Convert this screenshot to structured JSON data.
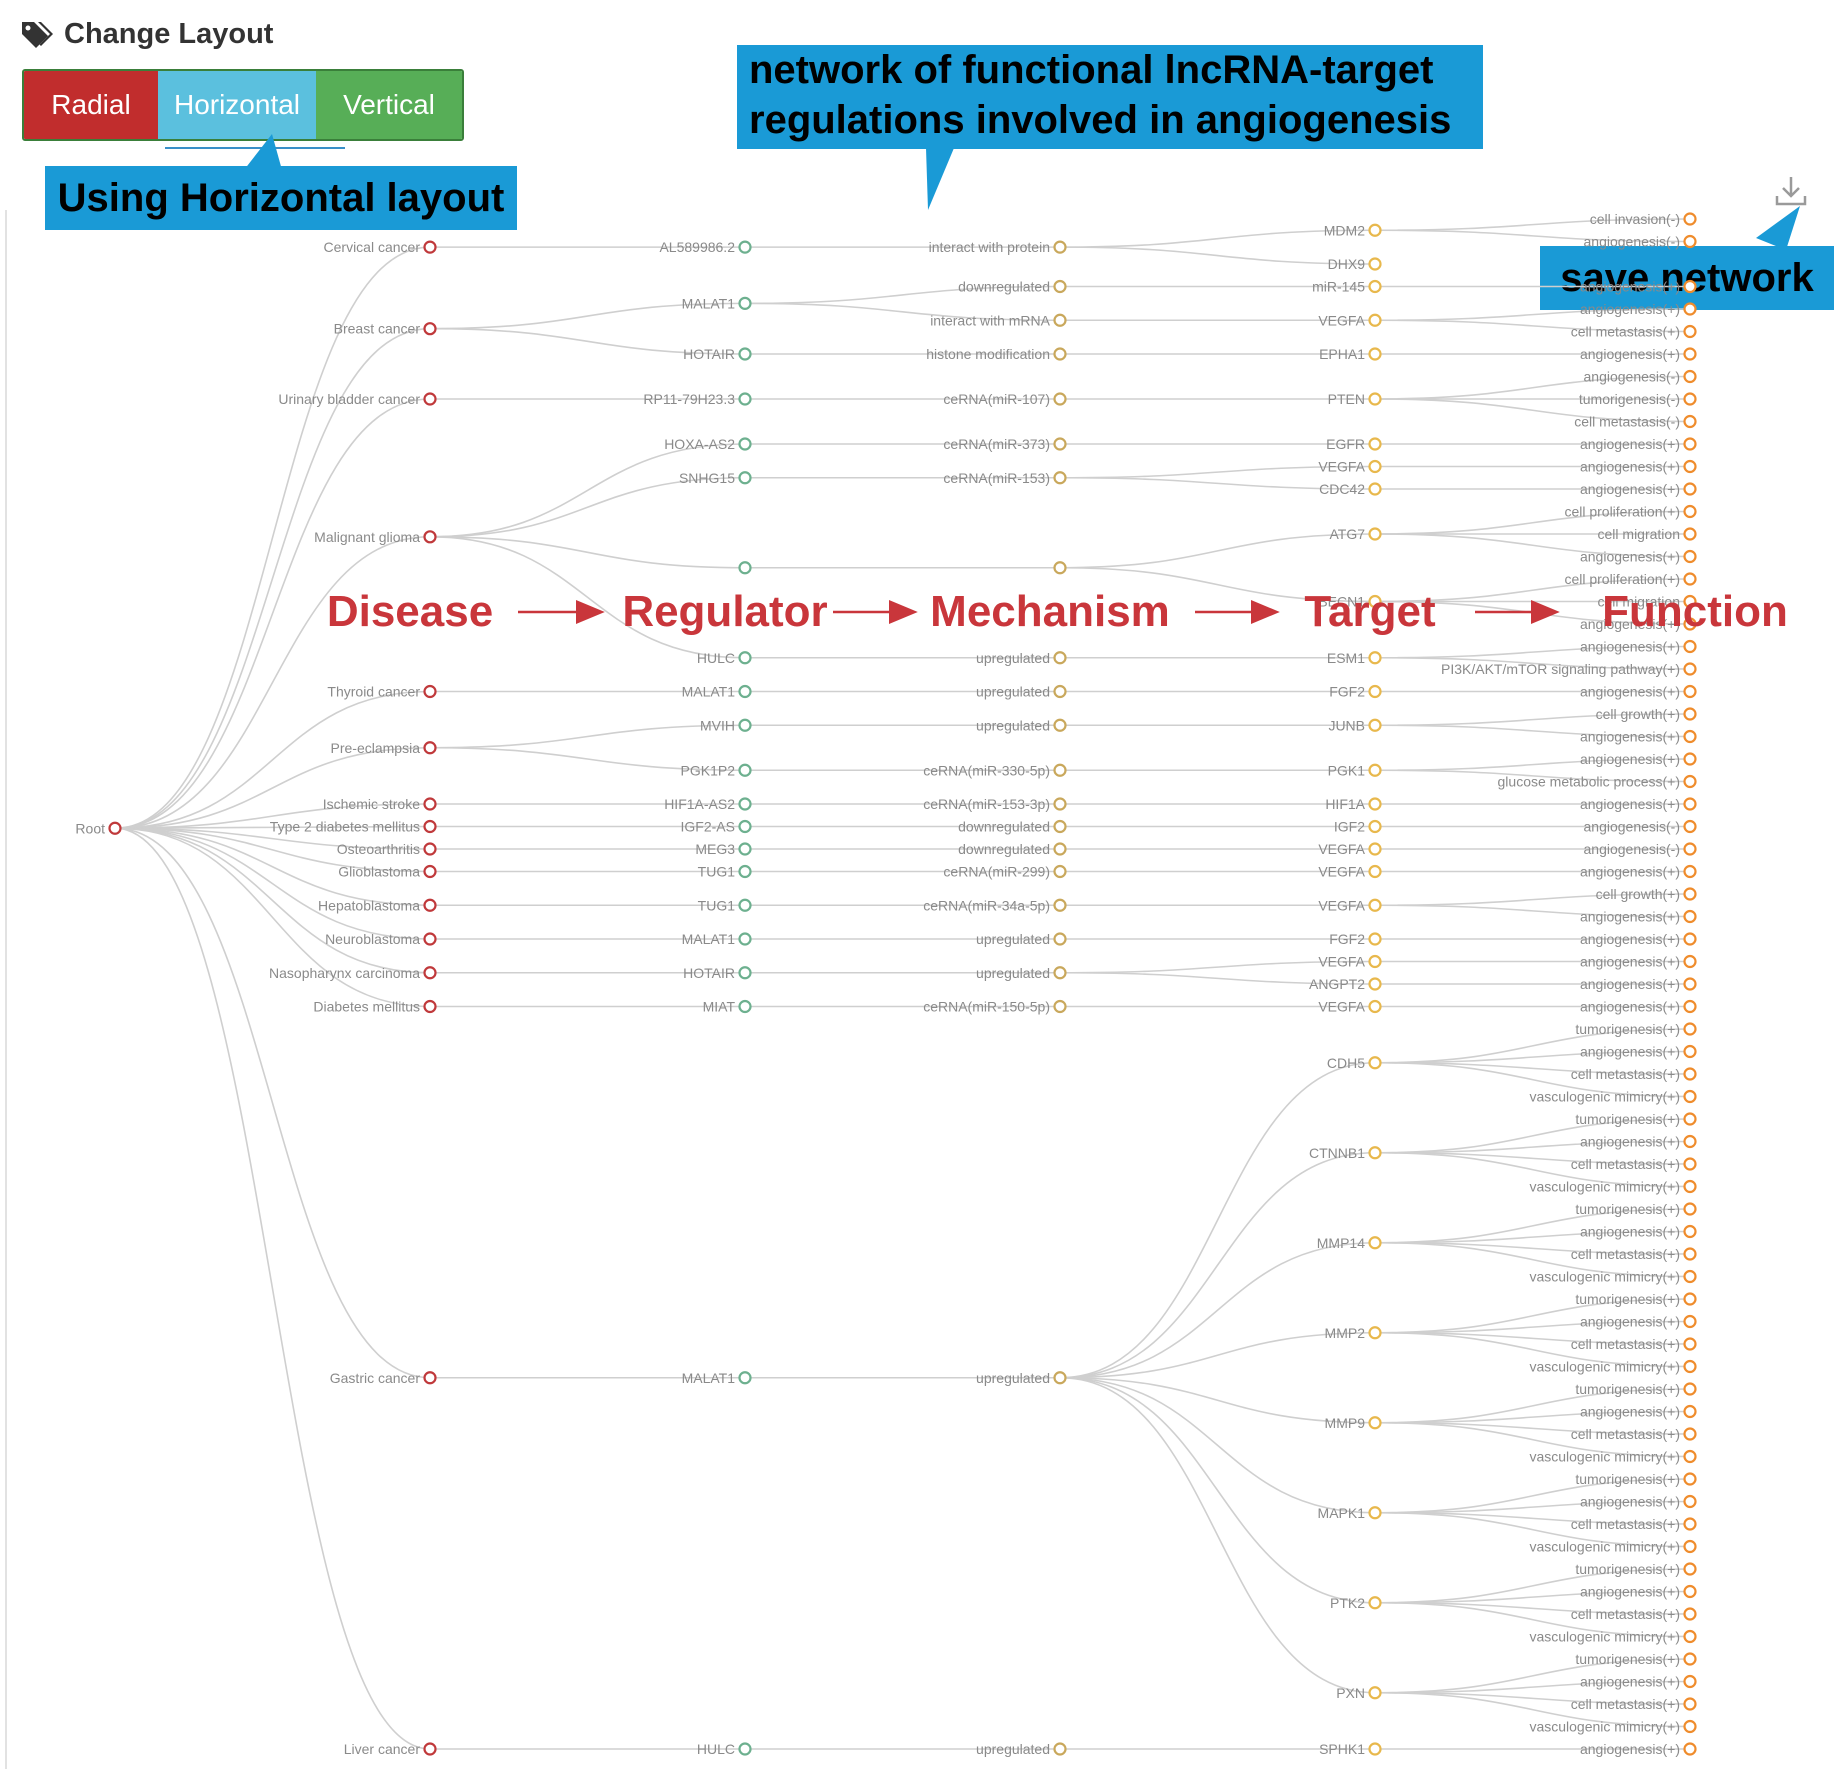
{
  "header": {
    "title": "Change Layout",
    "icon": "tags-icon"
  },
  "layout_buttons": [
    {
      "label": "Radial",
      "color": "#c12d2d"
    },
    {
      "label": "Horizontal",
      "color": "#5bc0de"
    },
    {
      "label": "Vertical",
      "color": "#57ae57"
    }
  ],
  "callouts": {
    "layout_note": "Using Horizontal layout",
    "network_title_line1": "network of functional lncRNA-target",
    "network_title_line2": "regulations involved in angiogenesis",
    "save_note": "save network",
    "color": "#1a9ad6"
  },
  "stages": [
    "Disease",
    "Regulator",
    "Mechanism",
    "Target",
    "Function"
  ],
  "tree": {
    "root": "Root",
    "colors": {
      "disease": "#c0393b",
      "regulator": "#6db08f",
      "mechanism": "#c9a85c",
      "target": "#e8b84c",
      "function": "#ef8c2c"
    },
    "diseases": [
      {
        "name": "Cervical cancer",
        "regulators": [
          {
            "name": "AL589986.2",
            "mechanisms": [
              {
                "name": "interact with protein",
                "targets": [
                  {
                    "name": "MDM2",
                    "functions": [
                      "cell invasion(-)",
                      "angiogenesis(-)"
                    ]
                  },
                  {
                    "name": "DHX9",
                    "functions": []
                  }
                ]
              }
            ]
          }
        ]
      },
      {
        "name": "Breast cancer",
        "regulators": [
          {
            "name": "MALAT1",
            "mechanisms": [
              {
                "name": "downregulated",
                "targets": [
                  {
                    "name": "miR-145",
                    "functions": [
                      "angiogenesis(+)"
                    ]
                  }
                ]
              },
              {
                "name": "interact with mRNA",
                "targets": [
                  {
                    "name": "VEGFA",
                    "functions": [
                      "angiogenesis(+)",
                      "cell metastasis(+)"
                    ]
                  }
                ]
              }
            ]
          },
          {
            "name": "HOTAIR",
            "mechanisms": [
              {
                "name": "histone modification",
                "targets": [
                  {
                    "name": "EPHA1",
                    "functions": [
                      "angiogenesis(+)"
                    ]
                  }
                ]
              }
            ]
          }
        ]
      },
      {
        "name": "Urinary bladder cancer",
        "regulators": [
          {
            "name": "RP11-79H23.3",
            "mechanisms": [
              {
                "name": "ceRNA(miR-107)",
                "targets": [
                  {
                    "name": "PTEN",
                    "functions": [
                      "angiogenesis(-)",
                      "tumorigenesis(-)",
                      "cell metastasis(-)"
                    ]
                  }
                ]
              }
            ]
          }
        ]
      },
      {
        "name": "Malignant glioma",
        "regulators": [
          {
            "name": "HOXA-AS2",
            "mechanisms": [
              {
                "name": "ceRNA(miR-373)",
                "targets": [
                  {
                    "name": "EGFR",
                    "functions": [
                      "angiogenesis(+)"
                    ]
                  }
                ]
              }
            ]
          },
          {
            "name": "SNHG15",
            "mechanisms": [
              {
                "name": "ceRNA(miR-153)",
                "targets": [
                  {
                    "name": "VEGFA",
                    "functions": [
                      "angiogenesis(+)"
                    ]
                  },
                  {
                    "name": "CDC42",
                    "functions": [
                      "angiogenesis(+)"
                    ]
                  }
                ]
              }
            ]
          },
          {
            "name": "",
            "mechanisms": [
              {
                "name": "",
                "targets": [
                  {
                    "name": "ATG7",
                    "functions": [
                      "cell proliferation(+)",
                      "cell migration",
                      "angiogenesis(+)"
                    ]
                  },
                  {
                    "name": "BECN1",
                    "functions": [
                      "cell proliferation(+)",
                      "cell migration",
                      "angiogenesis(+)"
                    ]
                  }
                ]
              }
            ]
          },
          {
            "name": "HULC",
            "mechanisms": [
              {
                "name": "upregulated",
                "targets": [
                  {
                    "name": "ESM1",
                    "functions": [
                      "angiogenesis(+)",
                      "PI3K/AKT/mTOR signaling pathway(+)"
                    ]
                  }
                ]
              }
            ]
          }
        ]
      },
      {
        "name": "Thyroid cancer",
        "regulators": [
          {
            "name": "MALAT1",
            "mechanisms": [
              {
                "name": "upregulated",
                "targets": [
                  {
                    "name": "FGF2",
                    "functions": [
                      "angiogenesis(+)"
                    ]
                  }
                ]
              }
            ]
          }
        ]
      },
      {
        "name": "Pre-eclampsia",
        "regulators": [
          {
            "name": "MVIH",
            "mechanisms": [
              {
                "name": "upregulated",
                "targets": [
                  {
                    "name": "JUNB",
                    "functions": [
                      "cell growth(+)",
                      "angiogenesis(+)"
                    ]
                  }
                ]
              }
            ]
          },
          {
            "name": "PGK1P2",
            "mechanisms": [
              {
                "name": "ceRNA(miR-330-5p)",
                "targets": [
                  {
                    "name": "PGK1",
                    "functions": [
                      "angiogenesis(+)",
                      "glucose metabolic process(+)"
                    ]
                  }
                ]
              }
            ]
          }
        ]
      },
      {
        "name": "Ischemic stroke",
        "regulators": [
          {
            "name": "HIF1A-AS2",
            "mechanisms": [
              {
                "name": "ceRNA(miR-153-3p)",
                "targets": [
                  {
                    "name": "HIF1A",
                    "functions": [
                      "angiogenesis(+)"
                    ]
                  }
                ]
              }
            ]
          }
        ]
      },
      {
        "name": "Type 2 diabetes mellitus",
        "regulators": [
          {
            "name": "IGF2-AS",
            "mechanisms": [
              {
                "name": "downregulated",
                "targets": [
                  {
                    "name": "IGF2",
                    "functions": [
                      "angiogenesis(-)"
                    ]
                  }
                ]
              }
            ]
          }
        ]
      },
      {
        "name": "Osteoarthritis",
        "regulators": [
          {
            "name": "MEG3",
            "mechanisms": [
              {
                "name": "downregulated",
                "targets": [
                  {
                    "name": "VEGFA",
                    "functions": [
                      "angiogenesis(-)"
                    ]
                  }
                ]
              }
            ]
          }
        ]
      },
      {
        "name": "Glioblastoma",
        "regulators": [
          {
            "name": "TUG1",
            "mechanisms": [
              {
                "name": "ceRNA(miR-299)",
                "targets": [
                  {
                    "name": "VEGFA",
                    "functions": [
                      "angiogenesis(+)"
                    ]
                  }
                ]
              }
            ]
          }
        ]
      },
      {
        "name": "Hepatoblastoma",
        "regulators": [
          {
            "name": "TUG1",
            "mechanisms": [
              {
                "name": "ceRNA(miR-34a-5p)",
                "targets": [
                  {
                    "name": "VEGFA",
                    "functions": [
                      "cell growth(+)",
                      "angiogenesis(+)"
                    ]
                  }
                ]
              }
            ]
          }
        ]
      },
      {
        "name": "Neuroblastoma",
        "regulators": [
          {
            "name": "MALAT1",
            "mechanisms": [
              {
                "name": "upregulated",
                "targets": [
                  {
                    "name": "FGF2",
                    "functions": [
                      "angiogenesis(+)"
                    ]
                  }
                ]
              }
            ]
          }
        ]
      },
      {
        "name": "Nasopharynx carcinoma",
        "regulators": [
          {
            "name": "HOTAIR",
            "mechanisms": [
              {
                "name": "upregulated",
                "targets": [
                  {
                    "name": "VEGFA",
                    "functions": [
                      "angiogenesis(+)"
                    ]
                  },
                  {
                    "name": "ANGPT2",
                    "functions": [
                      "angiogenesis(+)"
                    ]
                  }
                ]
              }
            ]
          }
        ]
      },
      {
        "name": "Diabetes mellitus",
        "regulators": [
          {
            "name": "MIAT",
            "mechanisms": [
              {
                "name": "ceRNA(miR-150-5p)",
                "targets": [
                  {
                    "name": "VEGFA",
                    "functions": [
                      "angiogenesis(+)"
                    ]
                  }
                ]
              }
            ]
          }
        ]
      },
      {
        "name": "Gastric cancer",
        "regulators": [
          {
            "name": "MALAT1",
            "mechanisms": [
              {
                "name": "upregulated",
                "targets": [
                  {
                    "name": "CDH5",
                    "functions": [
                      "tumorigenesis(+)",
                      "angiogenesis(+)",
                      "cell metastasis(+)",
                      "vasculogenic mimicry(+)"
                    ]
                  },
                  {
                    "name": "CTNNB1",
                    "functions": [
                      "tumorigenesis(+)",
                      "angiogenesis(+)",
                      "cell metastasis(+)",
                      "vasculogenic mimicry(+)"
                    ]
                  },
                  {
                    "name": "MMP14",
                    "functions": [
                      "tumorigenesis(+)",
                      "angiogenesis(+)",
                      "cell metastasis(+)",
                      "vasculogenic mimicry(+)"
                    ]
                  },
                  {
                    "name": "MMP2",
                    "functions": [
                      "tumorigenesis(+)",
                      "angiogenesis(+)",
                      "cell metastasis(+)",
                      "vasculogenic mimicry(+)"
                    ]
                  },
                  {
                    "name": "MMP9",
                    "functions": [
                      "tumorigenesis(+)",
                      "angiogenesis(+)",
                      "cell metastasis(+)",
                      "vasculogenic mimicry(+)"
                    ]
                  },
                  {
                    "name": "MAPK1",
                    "functions": [
                      "tumorigenesis(+)",
                      "angiogenesis(+)",
                      "cell metastasis(+)",
                      "vasculogenic mimicry(+)"
                    ]
                  },
                  {
                    "name": "PTK2",
                    "functions": [
                      "tumorigenesis(+)",
                      "angiogenesis(+)",
                      "cell metastasis(+)",
                      "vasculogenic mimicry(+)"
                    ]
                  },
                  {
                    "name": "PXN",
                    "functions": [
                      "tumorigenesis(+)",
                      "angiogenesis(+)",
                      "cell metastasis(+)",
                      "vasculogenic mimicry(+)"
                    ]
                  }
                ]
              }
            ]
          }
        ]
      },
      {
        "name": "Liver cancer",
        "regulators": [
          {
            "name": "HULC",
            "mechanisms": [
              {
                "name": "upregulated",
                "targets": [
                  {
                    "name": "SPHK1",
                    "functions": [
                      "angiogenesis(+)"
                    ]
                  }
                ]
              }
            ]
          }
        ]
      }
    ]
  }
}
